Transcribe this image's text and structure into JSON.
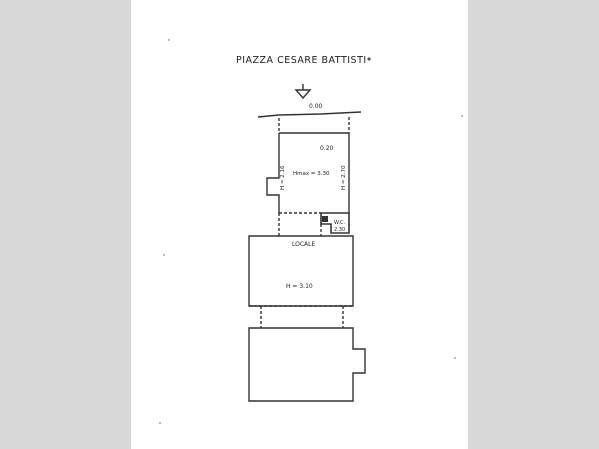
{
  "plan": {
    "street_name": "PIAZZA CESARE BATTISTI",
    "entrance_level": "0.00",
    "step_level": "0.20",
    "front_room_height": "Hmax = 3.30",
    "left_wall_height": "H = 2.16",
    "right_wall_height": "H = 2.70",
    "wc_label": "W.C.",
    "wc_height": "2.30",
    "room_label": "LOCALE",
    "room_height": "H = 3.10"
  }
}
